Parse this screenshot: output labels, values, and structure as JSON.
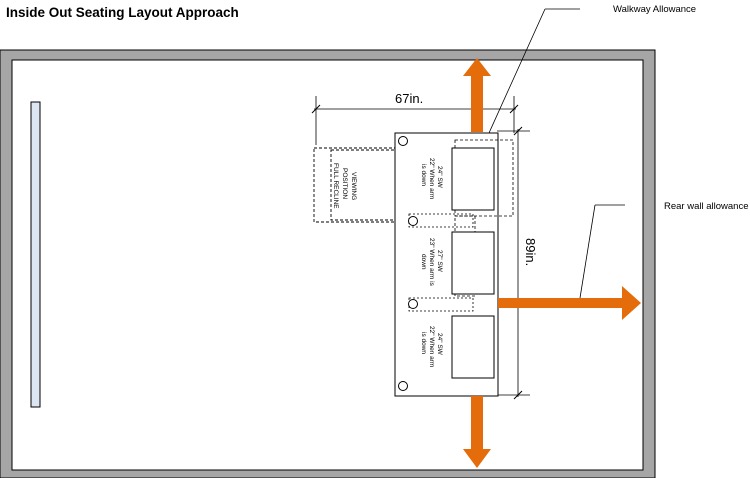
{
  "title": "Inside Out Seating Layout Approach",
  "annotations": {
    "walkway": "Walkway Allowance",
    "rear_wall": "Rear wall allowance"
  },
  "dimensions": {
    "width": "67in.",
    "depth": "89in."
  },
  "viewing_position": {
    "line1": "VIEWING",
    "line2": "POSITION",
    "line3": "FULL RECLINE"
  },
  "seats": [
    {
      "line1": "24\" SW",
      "line2": "22\" When arm",
      "line3": "is down"
    },
    {
      "line1": "27\" SW",
      "line2": "23\" When arm is",
      "line3": "down"
    },
    {
      "line1": "24\" SW",
      "line2": "22\" When arm",
      "line3": "is down"
    }
  ],
  "colors": {
    "arrow": "#e46c0a",
    "wall": "#a6a6a6",
    "screen": "#dce6f2",
    "line": "#000000"
  }
}
